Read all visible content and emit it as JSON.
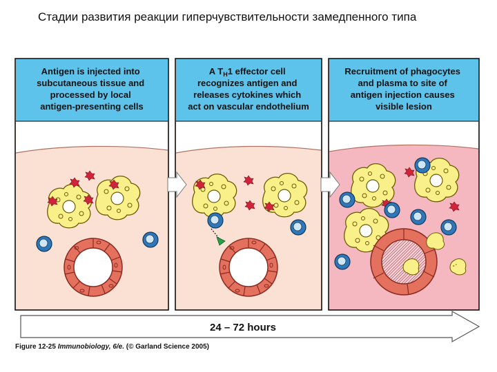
{
  "slide": {
    "title": "Стадии развития реакции гиперчувствительности замедпенного типа"
  },
  "panels": [
    {
      "header_lines": [
        "Antigen is injected into",
        "subcutaneous tissue and",
        "processed by local",
        "antigen-presenting cells"
      ]
    },
    {
      "header_lines": [
        "A T",
        "recognizes antigen and",
        "releases cytokines which",
        "act on vascular endothelium"
      ],
      "header_line1_sub": "H",
      "header_line1_rest": "1 effector cell"
    },
    {
      "header_lines": [
        "Recruitment of phagocytes",
        "and plasma to site of",
        "antigen  injection causes",
        "visible lesion"
      ]
    }
  ],
  "timeline": {
    "label": "24 – 72 hours"
  },
  "caption": {
    "figure_label": "Figure 12-25",
    "book": "Immunobiology, 6/e.",
    "credit": "(© Garland Science 2005)"
  },
  "colors": {
    "header_blue": "#5ec3ea",
    "tissue_peach": "#fbe1d4",
    "tissue_inflamed": "#f5b8c0",
    "vessel_red": "#e06a5a",
    "cell_yellow": "#f9f08a",
    "antigen_red": "#d0243a",
    "lymphocyte_blue": "#2f77b8"
  }
}
